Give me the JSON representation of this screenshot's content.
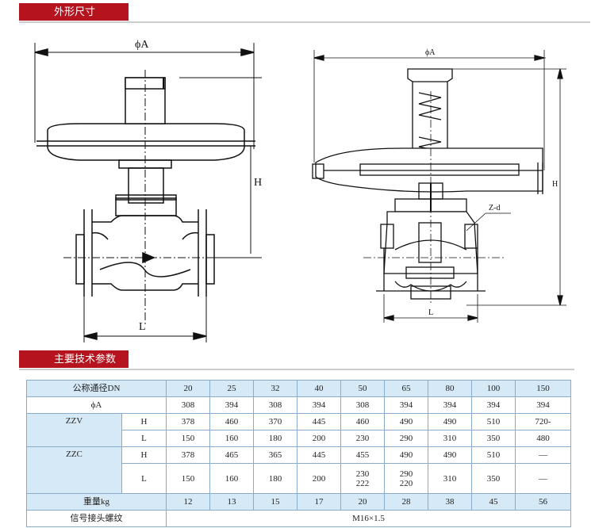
{
  "sections": {
    "dimensions": "外形尺寸",
    "parameters": "主要技术参数"
  },
  "drawing_labels": {
    "phiA": "ϕA",
    "H": "H",
    "L": "L",
    "zd": "Z-d"
  },
  "table": {
    "dn_label": "公称通径DN",
    "dn_values": [
      "20",
      "25",
      "32",
      "40",
      "50",
      "65",
      "80",
      "100",
      "150"
    ],
    "phiA_label": "ϕA",
    "phiA_values": [
      "308",
      "394",
      "308",
      "394",
      "308",
      "394",
      "394",
      "394",
      "394"
    ],
    "zzv_label": "ZZV",
    "zzc_label": "ZZC",
    "h_label": "H",
    "l_label": "L",
    "zzv_h": [
      "378",
      "460",
      "370",
      "445",
      "460",
      "490",
      "490",
      "510",
      "720-"
    ],
    "zzv_l": [
      "150",
      "160",
      "180",
      "200",
      "230",
      "290",
      "310",
      "350",
      "480"
    ],
    "zzc_h": [
      "378",
      "465",
      "365",
      "445",
      "455",
      "490",
      "490",
      "510",
      "—"
    ],
    "zzc_l": [
      "150",
      "160",
      "180",
      "200",
      "230\n222",
      "290\n220",
      "310",
      "350",
      "—"
    ],
    "weight_label": "重量kg",
    "weight_values": [
      "12",
      "13",
      "15",
      "17",
      "20",
      "28",
      "38",
      "45",
      "56"
    ],
    "thread_label": "信号接头螺纹",
    "thread_value": "M16×1.5"
  }
}
